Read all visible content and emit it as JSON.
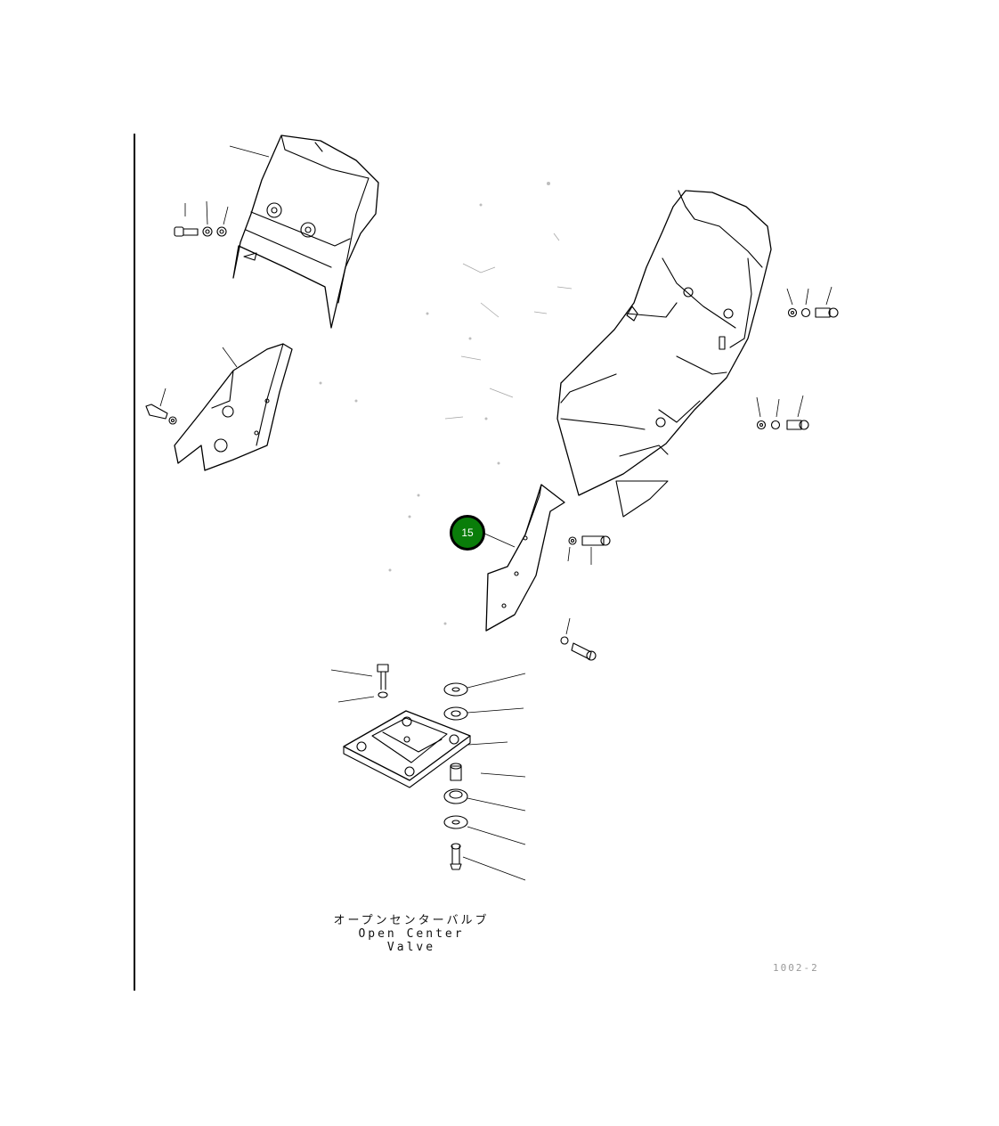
{
  "diagram": {
    "callout": {
      "label": "15",
      "color": "#0a7d0a"
    },
    "caption_jp": "オープンセンターバルブ",
    "caption_en": "Open Center Valve",
    "figure_number": "1002-2"
  }
}
